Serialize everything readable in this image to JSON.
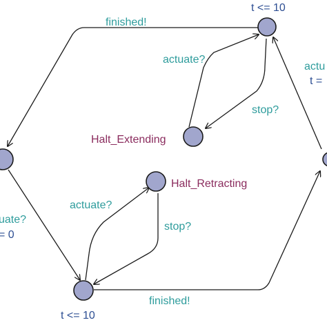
{
  "labels": {
    "finished_top": "finished!",
    "finished_bottom": "finished!",
    "invariant_top": "t <= 10",
    "invariant_bottom": "t <= 10",
    "actuate_upper": "actuate?",
    "stop_upper": "stop?",
    "actuate_lower": "actuate?",
    "stop_lower": "stop?",
    "halt_extending": "Halt_Extending",
    "halt_retracting": "Halt_Retracting",
    "actuate_left_partial": "uate?",
    "assign_left_partial": "= 0",
    "actuate_right_partial": "actu",
    "assign_right_partial": "t ="
  },
  "colors": {
    "node_fill": "#a1a6cd",
    "sync_label": "#2e9c9c",
    "location_name": "#8a2b5d",
    "invariant": "#2e4f93"
  }
}
